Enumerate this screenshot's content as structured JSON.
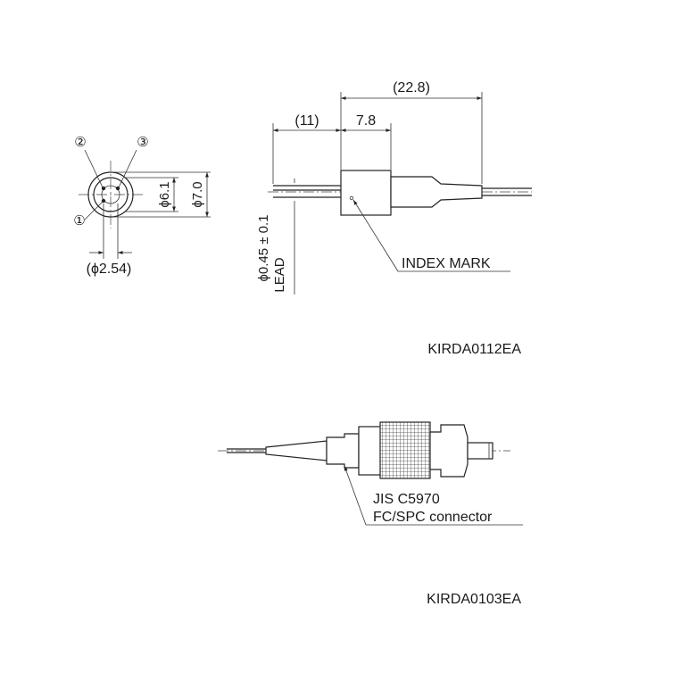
{
  "drawing1": {
    "front_view": {
      "pin_labels": [
        "②",
        "③",
        "①"
      ],
      "dim_inner": "ϕ6.1",
      "dim_outer": "ϕ7.0",
      "dim_pitch": "(ϕ2.54)"
    },
    "side_view": {
      "dim_total": "(22.8)",
      "dim_lead": "(11)",
      "dim_body": "7.8",
      "lead_dia": "ϕ0.45 ± 0.1",
      "lead_label": "LEAD",
      "index_mark": "INDEX MARK"
    },
    "code": "KIRDA0112EA"
  },
  "drawing2": {
    "standard": "JIS C5970",
    "connector": "FC/SPC connector",
    "code": "KIRDA0103EA"
  }
}
